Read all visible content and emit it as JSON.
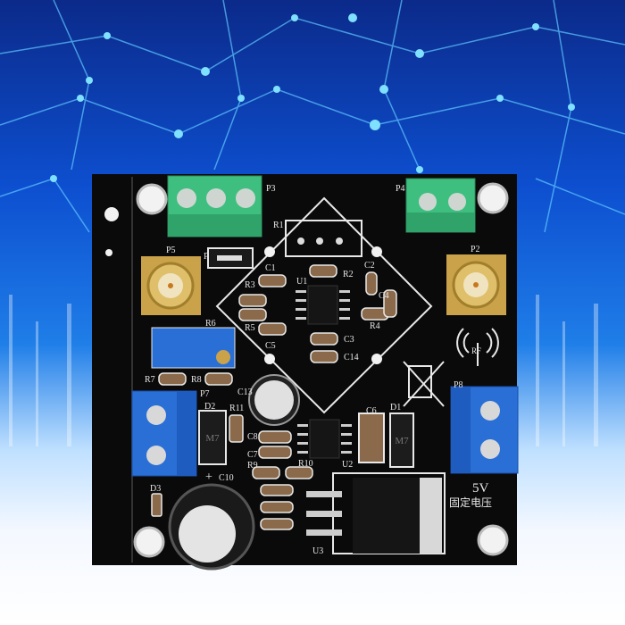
{
  "colors": {
    "background_top": "#0b2a8a",
    "background_bottom": "#ffffff",
    "pcb": "#0a0a0a",
    "silkscreen": "#e8e8e8",
    "terminal_green": "#3fbf7f",
    "terminal_blue": "#2a6fd6",
    "sma_gold": "#c9a24a"
  },
  "board": {
    "connectors": {
      "p3": "P3",
      "p4": "P4",
      "p5": "P5",
      "p2": "P2",
      "p7": "P7",
      "p8": "P8",
      "p1": "P"
    },
    "resistors": {
      "r1": "R1",
      "r2": "R2",
      "r3": "R3",
      "r4": "R4",
      "r5": "R5",
      "r6": "R6",
      "r7": "R7",
      "r8": "R8",
      "r9": "R9",
      "r10": "R10",
      "r11": "R11"
    },
    "capacitors": {
      "c1": "C1",
      "c2": "C2",
      "c4": "C4",
      "c5": "C5",
      "c6": "C6",
      "c7": "C7",
      "c8": "C8",
      "c10": "C10",
      "c13": "C13",
      "c14": "C14",
      "c3": "C3"
    },
    "chips": {
      "u1": "U1",
      "u2": "U2",
      "u3": "U3"
    },
    "diodes": {
      "d1": "D1",
      "d2": "D2",
      "d3": "D3"
    },
    "diode_marking": "M7",
    "rf_label": "RF",
    "voltage_label": "5V",
    "fixed_voltage_label": "固定电压",
    "plus_sign": "+"
  }
}
